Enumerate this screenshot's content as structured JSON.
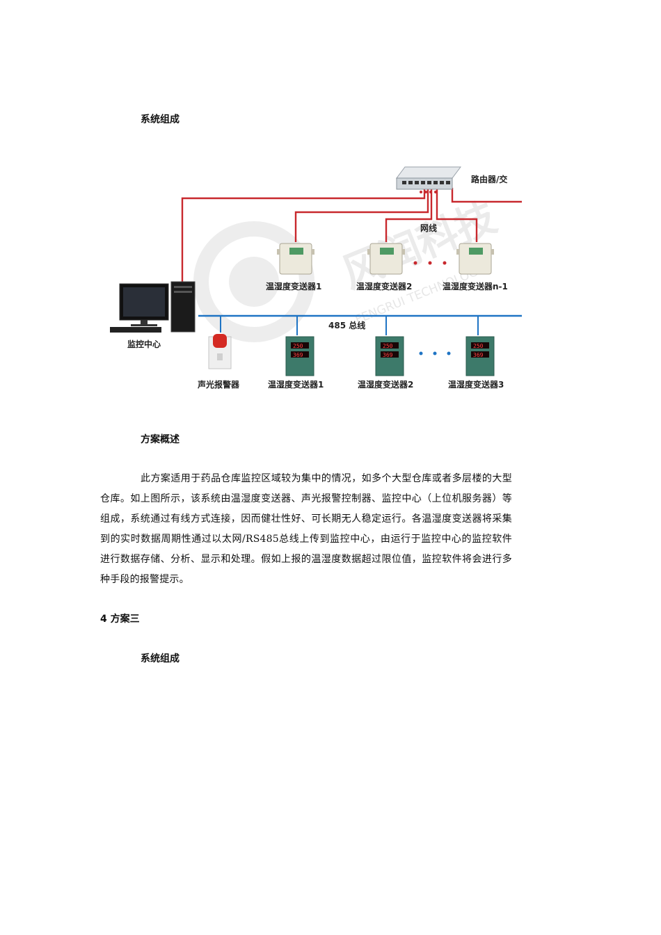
{
  "headings": {
    "h1": "系统组成",
    "h2": "方案概述",
    "h3": "4 方案三",
    "h4": "系统组成"
  },
  "paragraph": "此方案适用于药品仓库监控区域较为集中的情况，如多个大型仓库或者多层楼的大型仓库。如上图所示，该系统由温湿度变送器、声光报警控制器、监控中心（上位机服务器）等组成，系统通过有线方式连接，因而健壮性好、可长期无人稳定运行。各温湿度变送器将采集到的实时数据周期性通过以太网/RS485总线上传到监控中心，由运行于监控中心的监控软件进行数据存储、分析、显示和处理。假如上报的温湿度数据超过限位值，监控软件将会进行多种手段的报警提示。",
  "diagram": {
    "router_label": "路由器/交",
    "network_label": "网线",
    "bus_label": "485 总线",
    "monitor_center_label": "监控中心",
    "alarm_label": "声光报警器",
    "top_transmitters": [
      "温湿度变送器1",
      "温湿度变送器2",
      "温湿度变送器n-1"
    ],
    "bottom_transmitters": [
      "温湿度变送器1",
      "温湿度变送器2",
      "温湿度变送器3"
    ],
    "display_reading_top": "250",
    "display_reading_bottom": "369",
    "watermark_cn": "风润科技",
    "watermark_en": "FENGRUI TECHNOLOGY",
    "colors": {
      "ethernet": "#c8282d",
      "bus": "#1f74c4",
      "cabinet": "#3d7a6a"
    }
  }
}
